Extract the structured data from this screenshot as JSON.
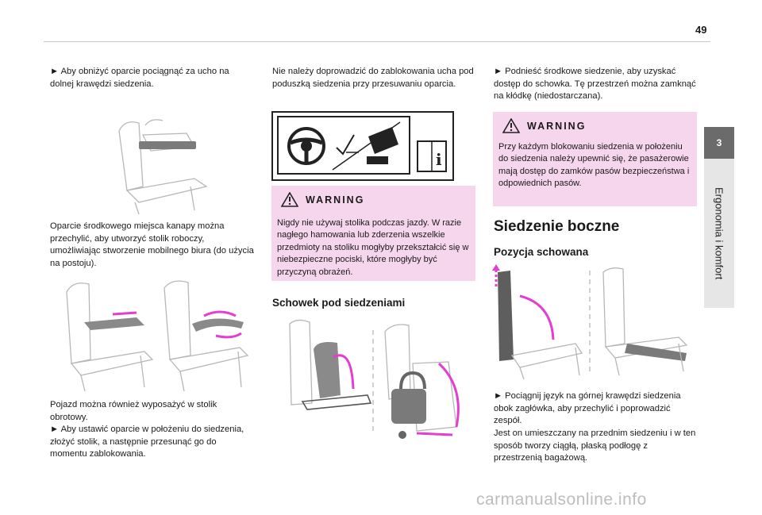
{
  "page": {
    "number": "49",
    "tab_number": "3",
    "section": "Ergonomia i komfort"
  },
  "col1": {
    "p1": "► Aby obniżyć oparcie pociągnąć za ucho na dolnej krawędzi siedzenia.",
    "p2": "Oparcie środkowego miejsca kanapy można przechylić, aby utworzyć stolik roboczy, umożliwiając stworzenie mobilnego biura (do użycia na postoju).",
    "p3": "Pojazd można również wyposażyć w stolik obrotowy.",
    "p4": "► Aby ustawić oparcie w położeniu do siedzenia, złożyć stolik, a następnie przesunąć go do momentu zablokowania."
  },
  "col2": {
    "p1": "Nie należy doprowadzić do zablokowania ucha pod poduszką siedzenia przy przesuwaniu oparcia.",
    "warning_title": "WARNING",
    "warning_text": "Nigdy nie używaj stolika podczas jazdy. W razie nagłego hamowania lub zderzenia wszelkie przedmioty na stoliku mogłyby przekształcić się w niebezpieczne pociski, które mogłyby być przyczyną obrażeń.",
    "heading": "Schowek pod siedzeniami"
  },
  "col3": {
    "p1": "► Podnieść środkowe siedzenie, aby uzyskać dostęp do schowka. Tę przestrzeń można zamknąć na kłódkę (niedostarczana).",
    "warning_title": "WARNING",
    "warning_text": "Przy każdym blokowaniu siedzenia w położeniu do siedzenia należy upewnić się, że pasażerowie mają dostęp do zamków pasów bezpieczeństwa i odpowiednich pasów.",
    "heading1": "Siedzenie boczne",
    "heading2": "Pozycja schowana",
    "p2": "► Pociągnij język na górnej krawędzi siedzenia obok zagłówka, aby przechylić i poprowadzić zespół.",
    "p3": "Jest on umieszczany na przednim siedzeniu i w ten sposób tworzy ciągłą, płaską podłogę z przestrzenią bagażową."
  },
  "watermark": "carmanualsonline.info",
  "colors": {
    "warning_bg": "#f6d6ec",
    "accent_arrow": "#e53dd0",
    "tab_dark": "#6b6b6b",
    "tab_light": "#e6e6e6"
  }
}
